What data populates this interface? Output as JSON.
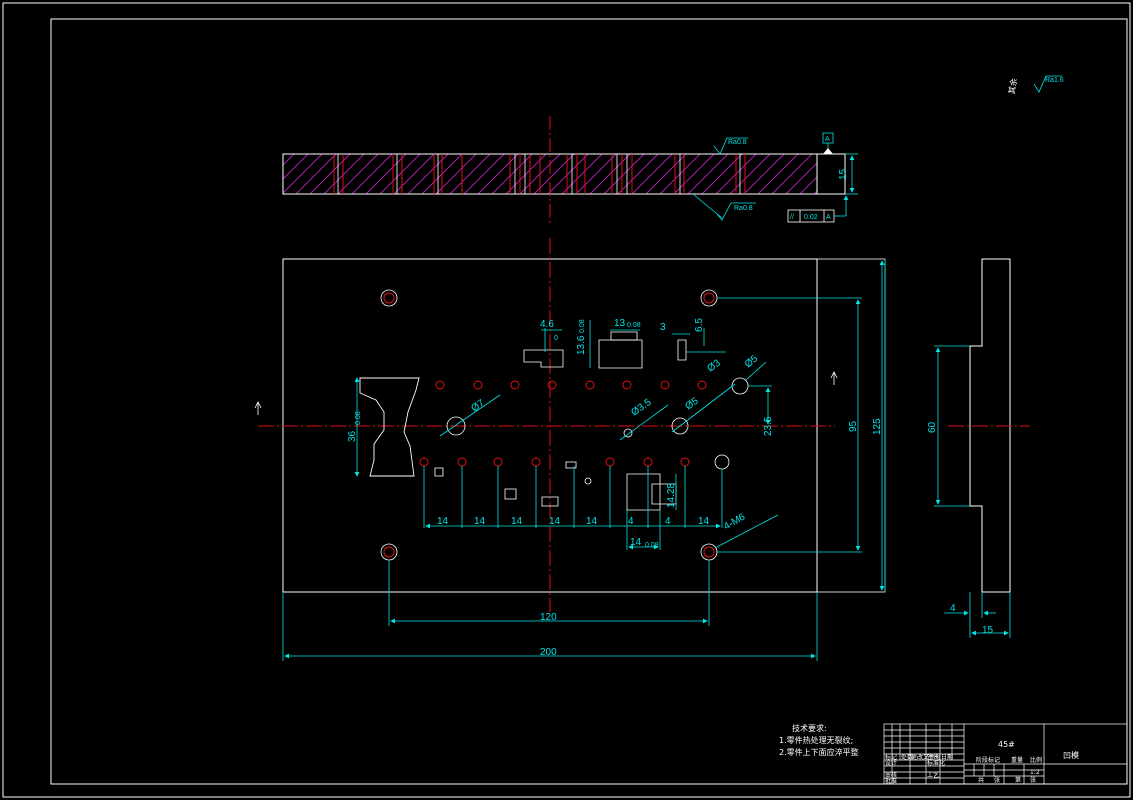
{
  "dimensions": {
    "overall_length": "200",
    "hole_spacing": "120",
    "overall_width": "125",
    "hole_width_spacing": "95",
    "thickness": "15",
    "side_height": "60",
    "side_step": "4",
    "side_thickness": "15",
    "offset_23_5": "23.5",
    "pitch": [
      "14",
      "14",
      "14",
      "14",
      "14",
      "4",
      "4",
      "14"
    ],
    "d_4_6": "4.6",
    "d_13_6": "13.6",
    "d_13": "13",
    "d_3": "3",
    "d_6_5": "6.5",
    "d_14_tol": "14",
    "d_14_28": "14.28",
    "d_36": "36",
    "phi_7": "Ø7",
    "phi_3_5": "Ø3.5",
    "phi_5a": "Ø5",
    "phi_5b": "Ø5",
    "phi_3": "Ø3",
    "thread": "4-M6",
    "tol_small": "0.02",
    "tol_008": "0.08",
    "tol_zero": "0"
  },
  "surface": {
    "ra08_top": "Ra0.8",
    "ra08_bottom": "Ra0.8",
    "ra16_rest": "Ra1.6",
    "rest_label": "其余"
  },
  "tolerance_frame": {
    "symbol": "//",
    "value": "0.02",
    "datum": "A",
    "datum_marker": "A"
  },
  "notes": {
    "title": "技术要求:",
    "line1": "1.零件热处理无裂纹;",
    "line2": "2.零件上下面应淬平整"
  },
  "title_block": {
    "material": "45#",
    "drawing_name": "凹模",
    "scale": "1:2",
    "cells": [
      "标记",
      "处数",
      "更改文件号",
      "签名",
      "日期",
      "设计",
      "标准化",
      "阶段标记",
      "重量",
      "比例",
      "审核",
      "工艺",
      "批准",
      "共",
      "张",
      "第",
      "张"
    ]
  },
  "colors": {
    "background": "#000000",
    "outline": "#ffffff",
    "dimension": "#00e5e5",
    "centerline": "#e01010",
    "hatch": "#d020d0",
    "hole": "#e01010"
  }
}
